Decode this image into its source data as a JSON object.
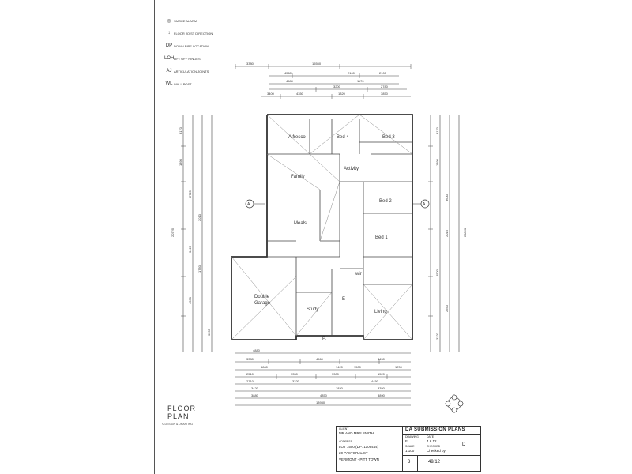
{
  "legend": [
    {
      "symbol": "◎",
      "icon": "smoke-alarm-icon",
      "label": "SMOKE ALARM"
    },
    {
      "symbol": "↕",
      "icon": "floor-joist-direction-icon",
      "label": "FLOOR JOIST DIRECTION"
    },
    {
      "symbol": "DP",
      "icon": "down-pipe-icon",
      "label": "DOWN PIPE LOCATION"
    },
    {
      "symbol": "LOH",
      "icon": "lift-off-hinge-icon",
      "label": "LIFT OFF HINGES"
    },
    {
      "symbol": "AJ",
      "icon": "articulation-joint-icon",
      "label": "ARTICULATION JOINTS"
    },
    {
      "symbol": "WL",
      "icon": "wall-post-icon",
      "label": "WALL POST"
    }
  ],
  "rooms": {
    "alfresco": "Alfresco",
    "bed4": "Bed 4",
    "bed3": "Bed 3",
    "family": "Family",
    "activity": "Activity",
    "bed2": "Bed 2",
    "meals": "Meals",
    "bed1": "Bed 1",
    "wir": "wir",
    "double_garage_line1": "Double",
    "double_garage_line2": "Garage",
    "study": "Study",
    "living": "Living",
    "entry": "E",
    "porch": "P."
  },
  "top_dims": {
    "overall": "15550",
    "row1": [
      "3380",
      "2100",
      "2100"
    ],
    "row2": [
      "4560",
      "1170"
    ],
    "row3": [
      "4580",
      "3200",
      "2780"
    ],
    "row4": [
      "3400",
      "1320",
      "4350",
      "3850"
    ]
  },
  "bottom_dims": {
    "overall": "13930",
    "row1": [
      "4880"
    ],
    "row2": [
      "3380",
      "4560",
      "4450"
    ],
    "row3": [
      "5840",
      "1420",
      "1500",
      "1700"
    ],
    "row4": [
      "2510",
      "3350",
      "3300",
      "1520"
    ],
    "row5": [
      "2710",
      "3320",
      "4450"
    ],
    "row6": [
      "3420",
      "1820",
      "3350"
    ],
    "row7": [
      "3880",
      "4850",
      "3890"
    ]
  },
  "left_dims": [
    "3170",
    "1890",
    "2725",
    "2010",
    "3420",
    "1750",
    "4500",
    "3255"
  ],
  "right_dims": [
    "3170",
    "1890",
    "3600",
    "2010",
    "4500",
    "2650",
    "3220"
  ],
  "overall_left": "20725",
  "overall_right": "20860",
  "section_marker": "A",
  "floor_plan_label_line1": "FLOOR",
  "floor_plan_label_line2": "PLAN",
  "copyright_note": "© DESIGN & DRAFTING",
  "title_block": {
    "client_label": "CLIENT",
    "client": "MR AND MRS SMITH",
    "address_label": "ADDRESS",
    "lot": "LOT 1550 (DP: 1109444)",
    "street": "20 PASTORAL ST",
    "suburb": "VERMONT - PITT TOWN",
    "title": "DA SUBMISSION PLANS",
    "drawing_label": "DRAWING",
    "drawing": "FL",
    "date_label": "DATE",
    "date": "4.6.12",
    "scale_label": "SCALE",
    "scale": "1:100",
    "checked_label": "CHECKED",
    "checked": "Checked by",
    "sheet": "3",
    "job": "49/12",
    "revision": "D"
  }
}
